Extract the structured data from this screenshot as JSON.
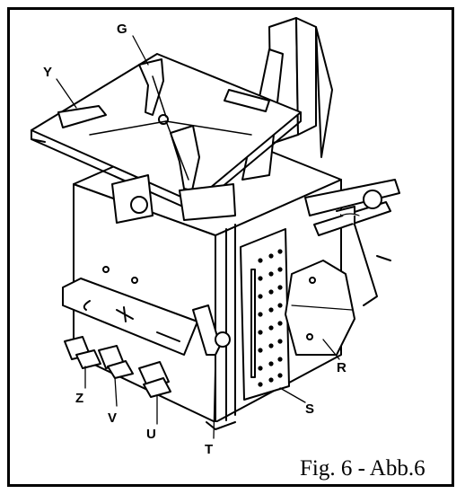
{
  "figure": {
    "caption": "Fig. 6 - Abb.6",
    "labels": {
      "G": "G",
      "Y": "Y",
      "R": "R",
      "S": "S",
      "T": "T",
      "U": "U",
      "V": "V",
      "Z": "Z"
    }
  }
}
